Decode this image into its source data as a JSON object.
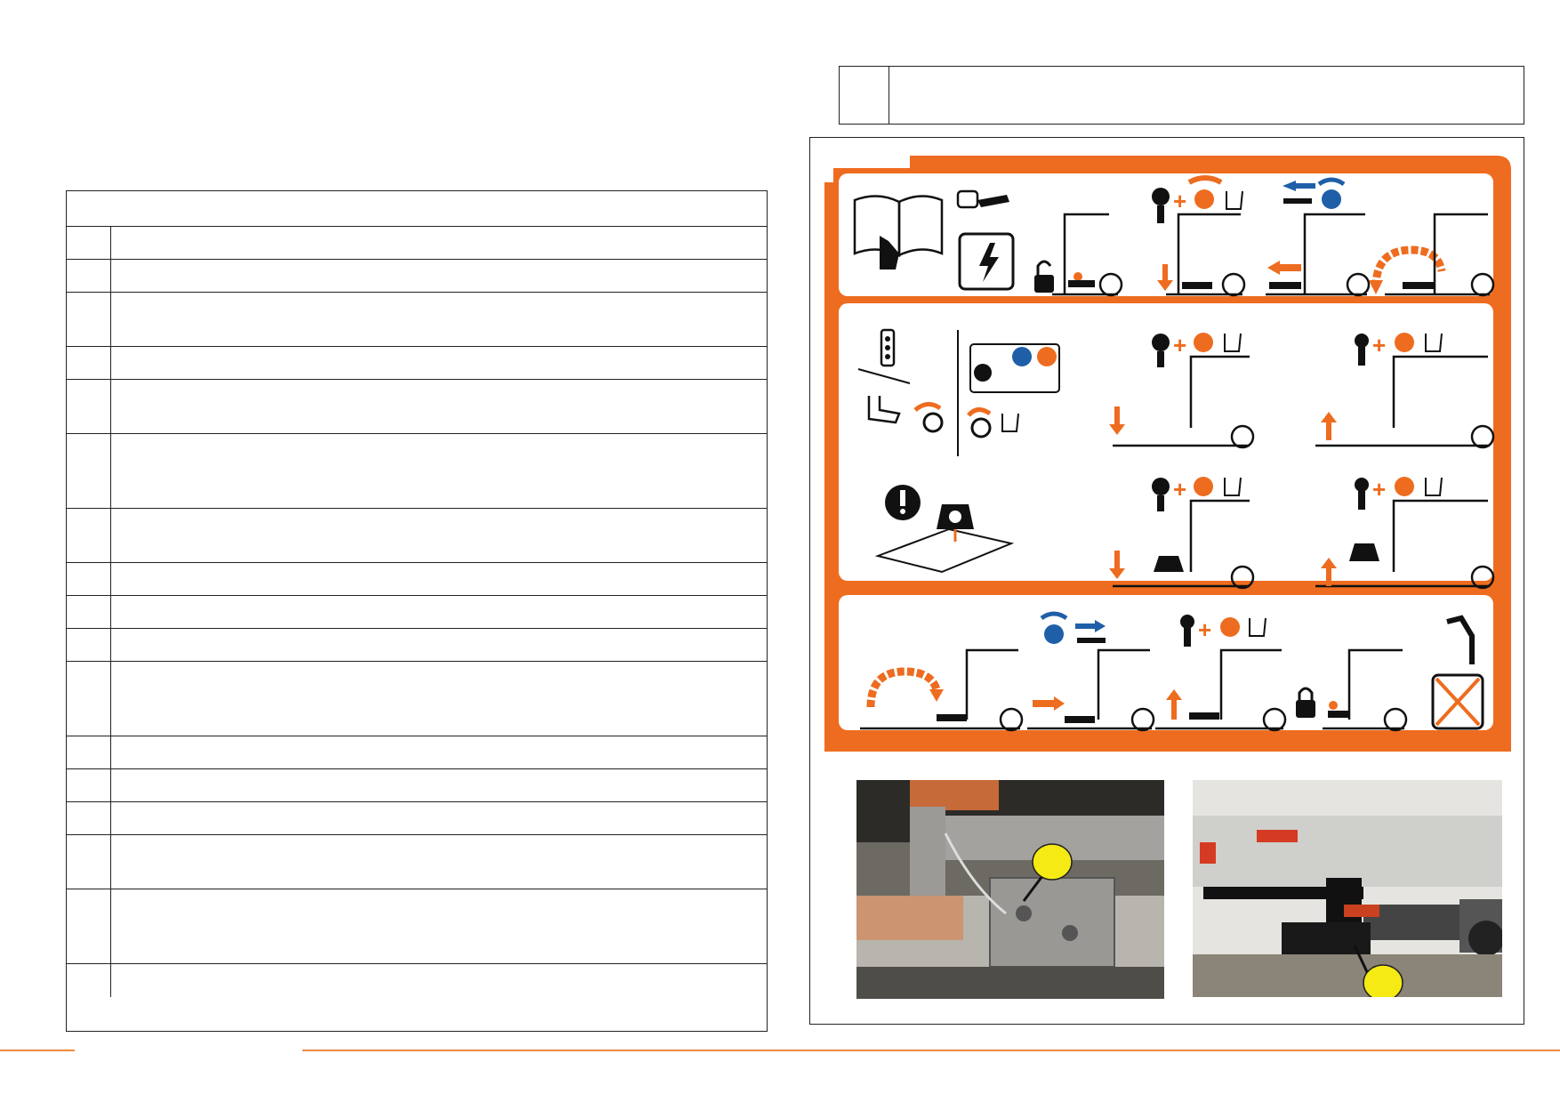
{
  "page": {
    "step_rows": 17
  },
  "steps_table": {
    "header": "",
    "rows": [
      {
        "num": "",
        "text": ""
      },
      {
        "num": "",
        "text": ""
      },
      {
        "num": "",
        "text": ""
      },
      {
        "num": "",
        "text": ""
      },
      {
        "num": "",
        "text": ""
      },
      {
        "num": "",
        "text": ""
      },
      {
        "num": "",
        "text": ""
      },
      {
        "num": "",
        "text": ""
      },
      {
        "num": "",
        "text": ""
      },
      {
        "num": "",
        "text": ""
      },
      {
        "num": "",
        "text": ""
      },
      {
        "num": "",
        "text": ""
      },
      {
        "num": "",
        "text": ""
      },
      {
        "num": "",
        "text": ""
      },
      {
        "num": "",
        "text": ""
      },
      {
        "num": "",
        "text": ""
      },
      {
        "num": "",
        "text": ""
      }
    ]
  },
  "header_box": {
    "num": "",
    "title": ""
  },
  "instruction_panel": {
    "accent_color": "#ee6c1f",
    "secondary_color": "#1f5fa8",
    "sections": [
      {
        "name": "section-unlock-and-lower",
        "icons": [
          "manual-book-icon",
          "key-switch-icon",
          "electric-hazard-icon",
          "open-padlock-icon",
          "lower-control-icon",
          "hand-icon",
          "retract-icon",
          "unfold-arrow-icon"
        ]
      },
      {
        "name": "section-operation",
        "icons": [
          "remote-control-icon",
          "foot-pedal-icon",
          "joystick-icon",
          "warning-icon",
          "load-weight-icon"
        ]
      },
      {
        "name": "section-stow-and-lock",
        "icons": [
          "fold-arrow-icon",
          "extend-icon",
          "raise-control-icon",
          "closed-padlock-icon",
          "no-power-icon"
        ]
      }
    ]
  },
  "photos": [
    {
      "name": "photo-lock-detail",
      "callout_color": "#f5ea13"
    },
    {
      "name": "photo-tail-lift-truck",
      "callout_color": "#f5ea13"
    }
  ]
}
